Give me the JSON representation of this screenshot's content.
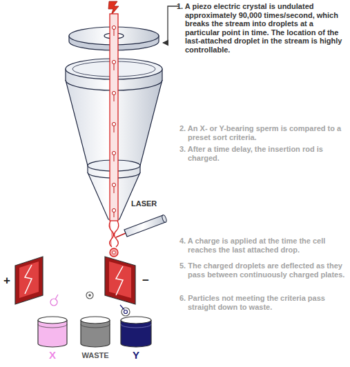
{
  "diagram": {
    "labels": [
      "1. A piezo electric crystal is undulated approximately 90,000 times/second, which breaks the stream into droplets at a particular point in time. The location of the last-attached droplet in the stream is highly controllable.",
      "2. An X- or Y-bearing sperm is compared to a preset sort criteria.",
      "3. After a time delay, the insertion rod is charged.",
      "4. A charge is applied at the time the cell reaches the last attached drop.",
      "5. The charged droplets are deflected as they pass between continuously charged plates.",
      "6. Particles not meeting the criteria pass straight down to waste.",
      "LASER",
      "+",
      "−",
      "X",
      "WASTE",
      "Y"
    ]
  }
}
